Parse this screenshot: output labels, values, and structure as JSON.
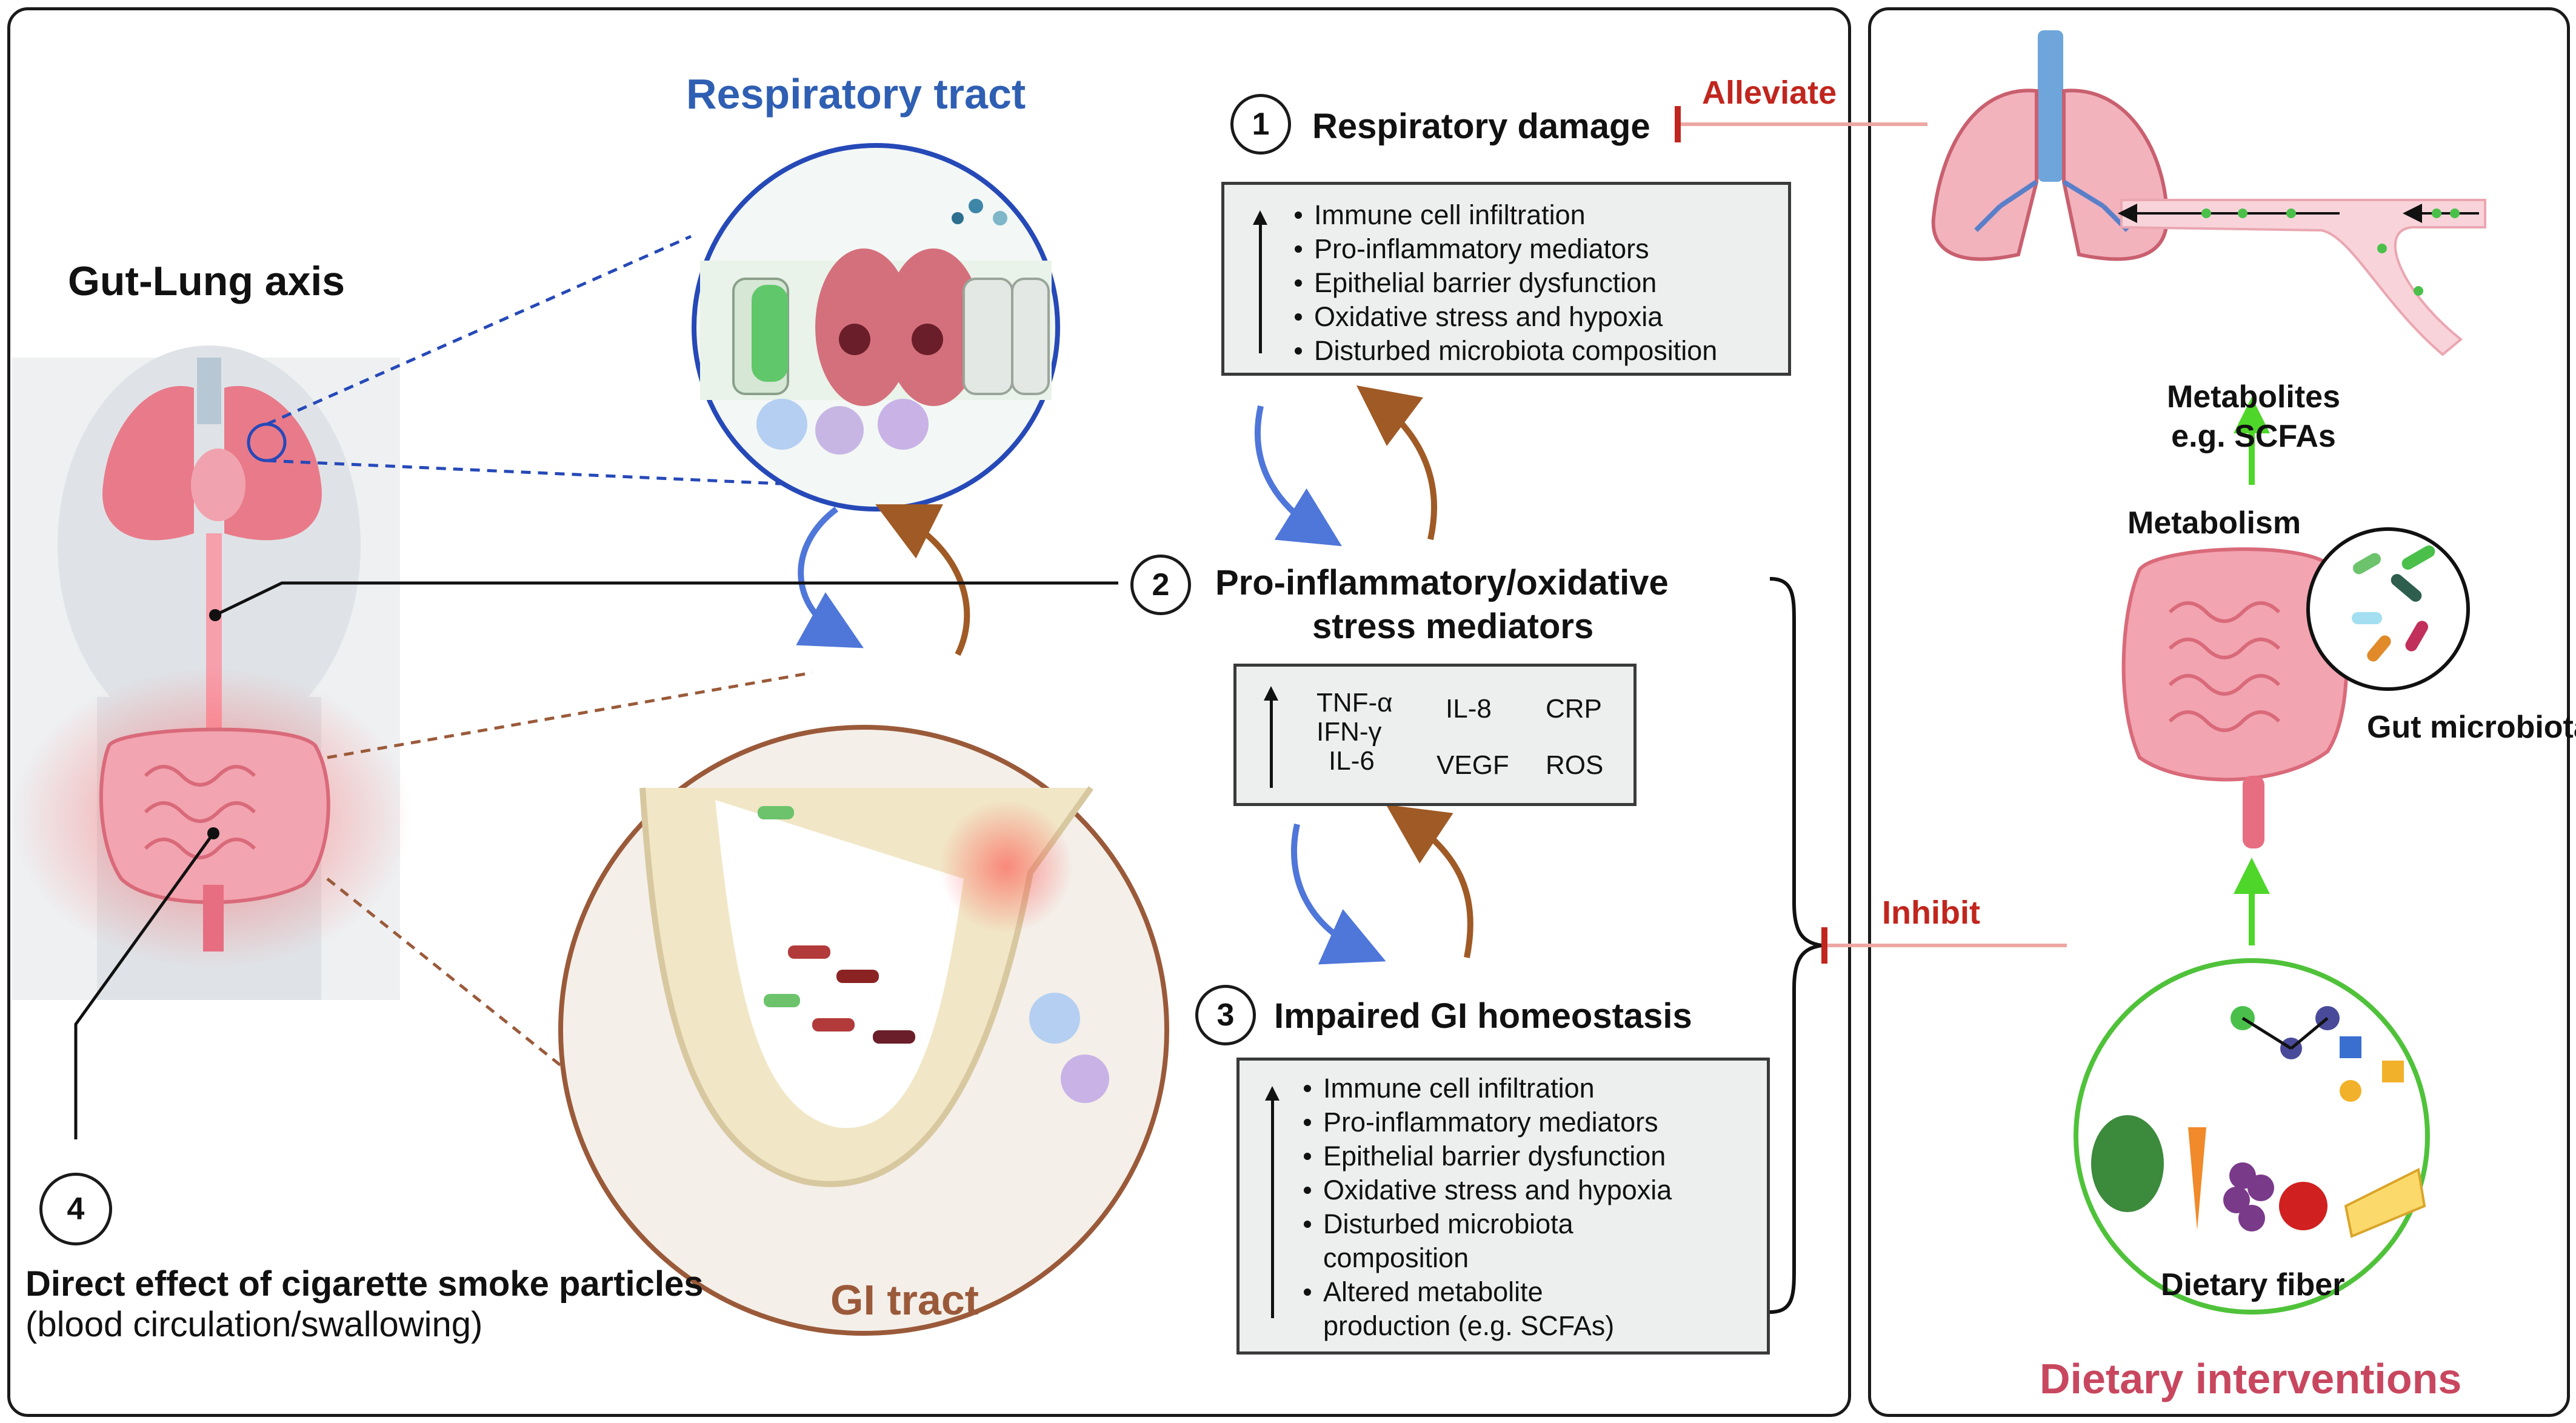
{
  "titles": {
    "gut_lung_axis": "Gut-Lung axis",
    "respiratory_tract": "Respiratory tract",
    "gi_tract": "GI tract",
    "dietary_interventions": "Dietary interventions"
  },
  "steps": {
    "step1": {
      "number": "1",
      "label": "Respiratory damage"
    },
    "step2": {
      "number": "2",
      "label_line1": "Pro-inflammatory/oxidative",
      "label_line2": "stress mediators"
    },
    "step3": {
      "number": "3",
      "label": "Impaired GI homeostasis"
    },
    "step4": {
      "number": "4",
      "label_line1": "Direct effect of cigarette smoke particles",
      "label_line2": "(blood circulation/swallowing)"
    }
  },
  "respiratory_effects": [
    "Immune cell infiltration",
    "Pro-inflammatory mediators",
    "Epithelial barrier dysfunction",
    "Oxidative stress and hypoxia",
    "Disturbed microbiota composition"
  ],
  "mediators": {
    "col1": [
      "TNF-α",
      "IFN-γ",
      "IL-6"
    ],
    "col2": [
      "IL-8",
      "VEGF"
    ],
    "col3": [
      "CRP",
      "ROS"
    ]
  },
  "gi_effects": [
    "Immune cell infiltration",
    "Pro-inflammatory mediators",
    "Epithelial barrier dysfunction",
    "Oxidative stress and hypoxia",
    "Disturbed microbiota",
    "composition",
    "Altered metabolite",
    "production (e.g. SCFAs)"
  ],
  "right_panel": {
    "alleviate": "Alleviate",
    "inhibit": "Inhibit",
    "metabolites_line1": "Metabolites",
    "metabolites_line2": "e.g. SCFAs",
    "metabolism": "Metabolism",
    "gut_microbiota": "Gut microbiota",
    "dietary_fiber": "Dietary fiber"
  },
  "colors": {
    "respiratory_blue": "#2f5fb3",
    "gi_brown": "#9a5a3a",
    "dietary_pink": "#c8475f",
    "inhibit_red": "#c0261e",
    "green_arrow": "#4fd62a",
    "box_fill": "#ecefed"
  }
}
